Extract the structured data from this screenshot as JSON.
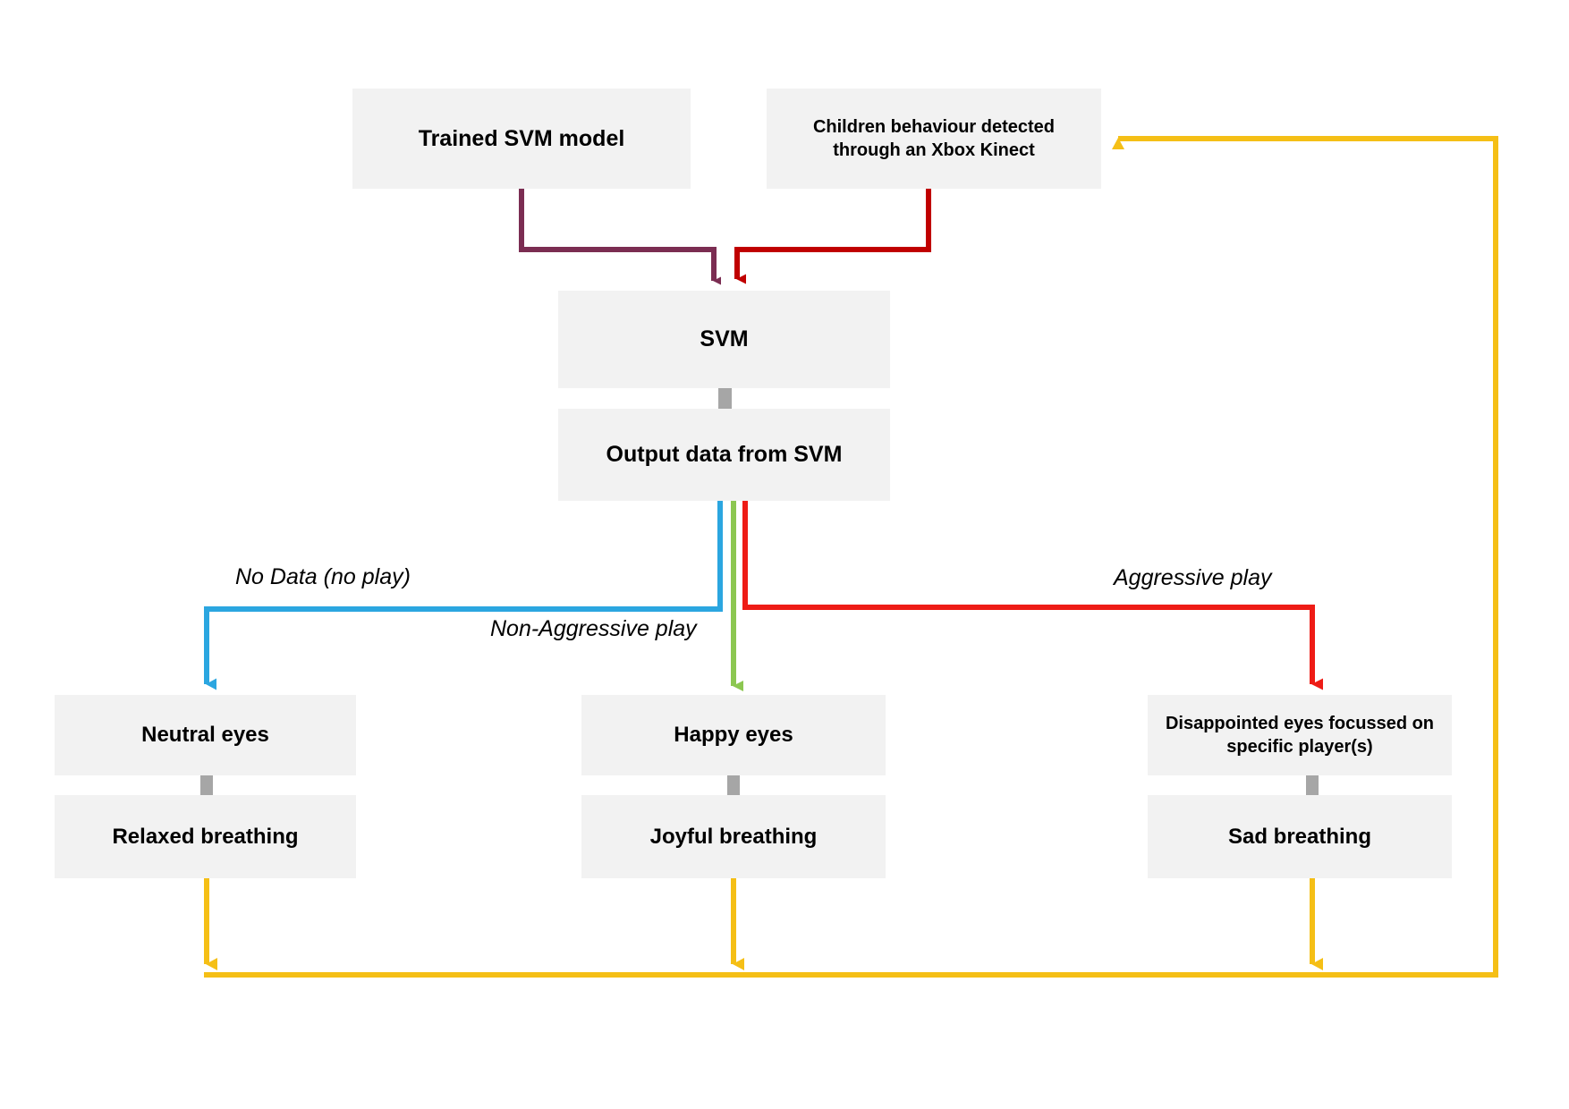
{
  "diagram": {
    "title_present": false,
    "background": "#ffffff",
    "node_fill": "#f2f2f2",
    "stub_color": "#a6a6a6",
    "nodes": {
      "trained_svm_model": "Trained SVM model",
      "children_behaviour": "Children behaviour detected through an Xbox Kinect",
      "children_behaviour_line1": "Children behaviour detected",
      "children_behaviour_line2": "through an Xbox Kinect",
      "svm": "SVM",
      "output_data": "Output data from SVM",
      "neutral_eyes": "Neutral eyes",
      "relaxed_breathing": "Relaxed breathing",
      "happy_eyes": "Happy eyes",
      "joyful_breathing": "Joyful breathing",
      "disappointed_eyes": "Disappointed eyes focussed on specific player(s)",
      "disappointed_eyes_line1": "Disappointed eyes focussed on",
      "disappointed_eyes_line2": "specific player(s)",
      "sad_breathing": "Sad breathing"
    },
    "edge_labels": {
      "no_data": "No Data (no play)",
      "non_aggressive": "Non-Aggressive play",
      "aggressive": "Aggressive play"
    },
    "edge_colors": {
      "trained_model_to_svm": "#7b2d52",
      "kinect_to_svm": "#c00000",
      "no_data_branch": "#2ba6e0",
      "non_aggressive_branch": "#8cc751",
      "aggressive_branch": "#ee1c16",
      "feedback_loop": "#f5bf16"
    }
  }
}
